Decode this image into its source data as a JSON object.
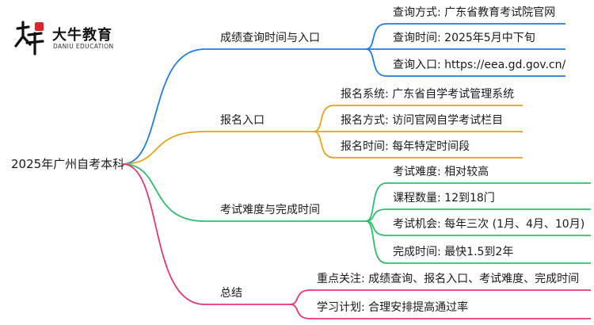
{
  "logo": {
    "name_cn": "大牛教育",
    "name_en": "DANIU EDUCATION"
  },
  "root": {
    "label": "2025年广州自考本科"
  },
  "branches": [
    {
      "label": "成绩查询时间与入口",
      "color": "#1e7ee6",
      "leaves": [
        "查询方式: 广东省教育考试院官网",
        "查询时间: 2025年5月中下旬",
        "查询入口: https://eea.gd.gov.cn/"
      ]
    },
    {
      "label": "报名入口",
      "color": "#e8a317",
      "leaves": [
        "报名系统: 广东省自学考试管理系统",
        "报名方式: 访问官网自学考试栏目",
        "报名时间: 每年特定时间段"
      ]
    },
    {
      "label": "考试难度与完成时间",
      "color": "#2bbf6a",
      "leaves": [
        "考试难度: 相对较高",
        "课程数量: 12到18门",
        "考试机会: 每年三次 (1月、4月、10月)",
        "完成时间: 最快1.5到2年"
      ]
    },
    {
      "label": "总结",
      "color": "#e8347a",
      "leaves": [
        "重点关注: 成绩查询、报名入口、考试难度、完成时间",
        "学习计划: 合理安排提高通过率"
      ]
    }
  ]
}
